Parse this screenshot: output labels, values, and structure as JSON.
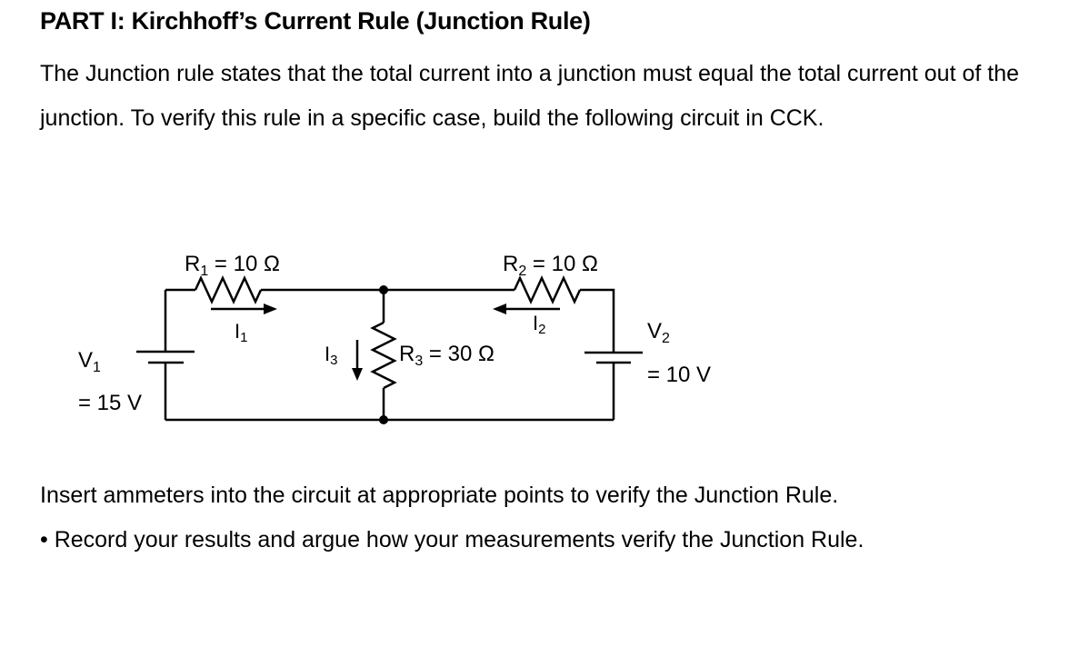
{
  "heading": "PART I: Kirchhoff’s Current Rule (Junction Rule)",
  "intro": "The Junction rule states that the total current into a junction must equal the total current out of the junction. To verify this rule in a specific case, build the following circuit in CCK.",
  "circuit": {
    "r1": {
      "symbol": "R",
      "sub": "1",
      "value": " = 10 Ω"
    },
    "r2": {
      "symbol": "R",
      "sub": "2",
      "value": " = 10 Ω"
    },
    "r3": {
      "symbol": "R",
      "sub": "3",
      "value": " = 30 Ω"
    },
    "v1": {
      "symbol": "V",
      "sub": "1",
      "value": "= 15 V"
    },
    "v2": {
      "symbol": "V",
      "sub": "2",
      "value": "= 10 V"
    },
    "i1": {
      "symbol": "I",
      "sub": "1"
    },
    "i2": {
      "symbol": "I",
      "sub": "2"
    },
    "i3": {
      "symbol": "I",
      "sub": "3"
    }
  },
  "instruction": "Insert ammeters into the circuit at appropriate points to verify the Junction Rule.",
  "bullet": "• Record your results and argue how your measurements verify the Junction Rule."
}
